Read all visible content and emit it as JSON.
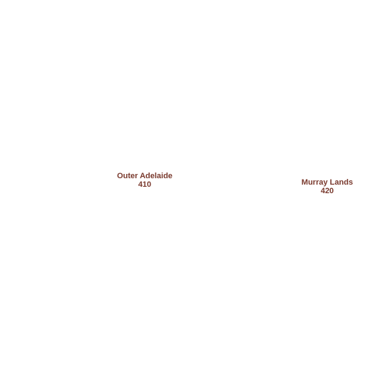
{
  "label_color": "#7a3a2e",
  "regions": [
    {
      "name": "Outer Adelaide",
      "code": "410"
    },
    {
      "name": "Murray Lands",
      "code": "420"
    }
  ]
}
